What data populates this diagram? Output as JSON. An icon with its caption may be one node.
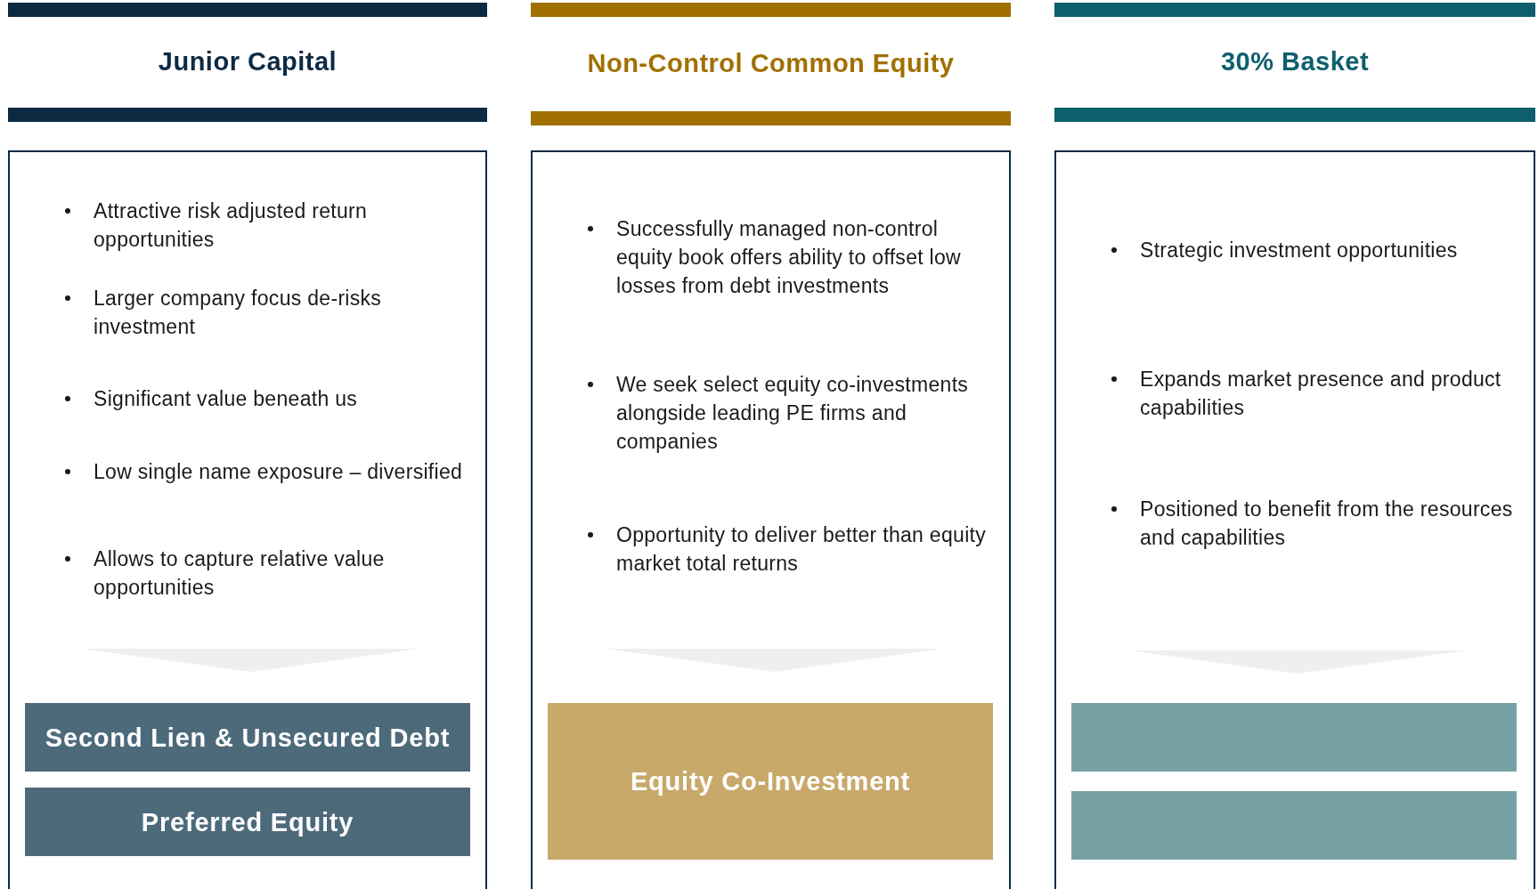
{
  "diagram": {
    "nodes": [
      {
        "text": [
          "Junior Capital",
          "Attractive risk adjusted return opportunities",
          "Larger company focus de-risks investment",
          "Significant value beneath us",
          "Low single name exposure – diversified",
          "Allows to capture relative value opportunities"
        ]
      },
      {
        "text": [
          "Second Lien & Unsecured Debt"
        ],
        "in": 0
      },
      {
        "text": [
          "Preferred Equity"
        ],
        "in": 0
      },
      {
        "text": [
          "Non-Control Common Equity",
          "Successfully managed non-control equity book offers ability to offset low losses from debt investments",
          "We seek select equity co-investments alongside leading PE firms and companies",
          "Opportunity to deliver better than equity market total returns"
        ]
      },
      {
        "text": [
          "Equity Co-Investment"
        ],
        "in": 3
      },
      {
        "text": [
          "30% Basket",
          "Strategic investment opportunities",
          "Expands market presence and product capabilities",
          "Positioned to benefit from the resources and capabilities"
        ]
      },
      {
        "text": [],
        "shape": "box",
        "in": 5
      },
      {
        "text": [],
        "shape": "box",
        "in": 5
      }
    ]
  }
}
